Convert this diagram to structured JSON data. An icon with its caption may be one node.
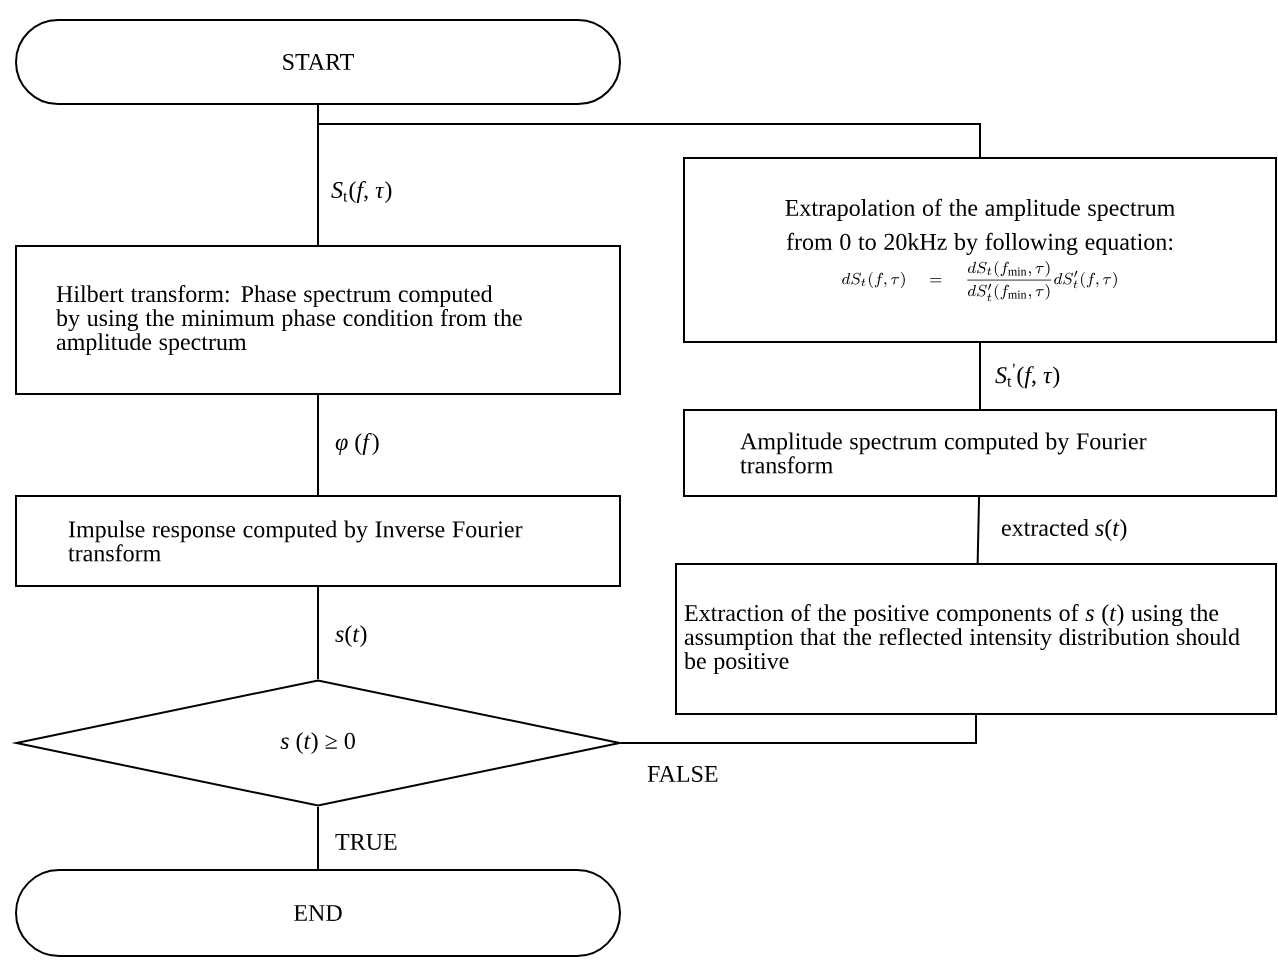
{
  "diagram": {
    "nodes": [
      {
        "text": [
          "START"
        ]
      },
      {
        "text": [
          "Hilbert transform: Phase spectrum computed by using the minimum phase condition from the amplitude spectrum"
        ]
      },
      {
        "text": [
          "Impulse response computed by Inverse Fourier transform"
        ]
      },
      {
        "text": [
          "*s* (*t*) ≥ 0"
        ]
      },
      {
        "text": [
          "END"
        ]
      },
      {
        "text": [
          "Extrapolation of the amplitude spectrum from 0 to 20kHz by following equation:",
          "dS_t(f,\\tau)=\\frac{dS_t(f_{\\min},\\tau)}{dS_t'(f_{\\min},\\tau)}dS_t'(f,\\tau)"
        ]
      },
      {
        "text": [
          "Amplitude spectrum computed by Fourier transform"
        ]
      },
      {
        "text": [
          "Extraction of the positive components of *s* (*t*) using the assumption that the reflected intensity distribution should be positive"
        ]
      }
    ],
    "edges": [
      {
        "from": 0,
        "to": 1,
        "arrow": "none",
        "label": "*S*$_{t}$(*f*, *τ*)"
      },
      {
        "from": 1,
        "to": 2,
        "arrow": "none",
        "label": "*φ* (*f*)"
      },
      {
        "from": 2,
        "to": 3,
        "arrow": "none",
        "label": "*s*(*t*)"
      },
      {
        "from": 3,
        "to": 4,
        "arrow": "none",
        "label": "TRUE"
      },
      {
        "from": 0,
        "to": 5,
        "arrow": "none"
      },
      {
        "from": 5,
        "to": 6,
        "arrow": "none",
        "label": "*S*$_{t}$$^{'}$(*f*, *τ*)"
      },
      {
        "from": 6,
        "to": 7,
        "arrow": "none",
        "label": "extracted *s*(*t*)"
      },
      {
        "from": 3,
        "to": 7,
        "arrow": "none",
        "label": "FALSE"
      }
    ]
  }
}
